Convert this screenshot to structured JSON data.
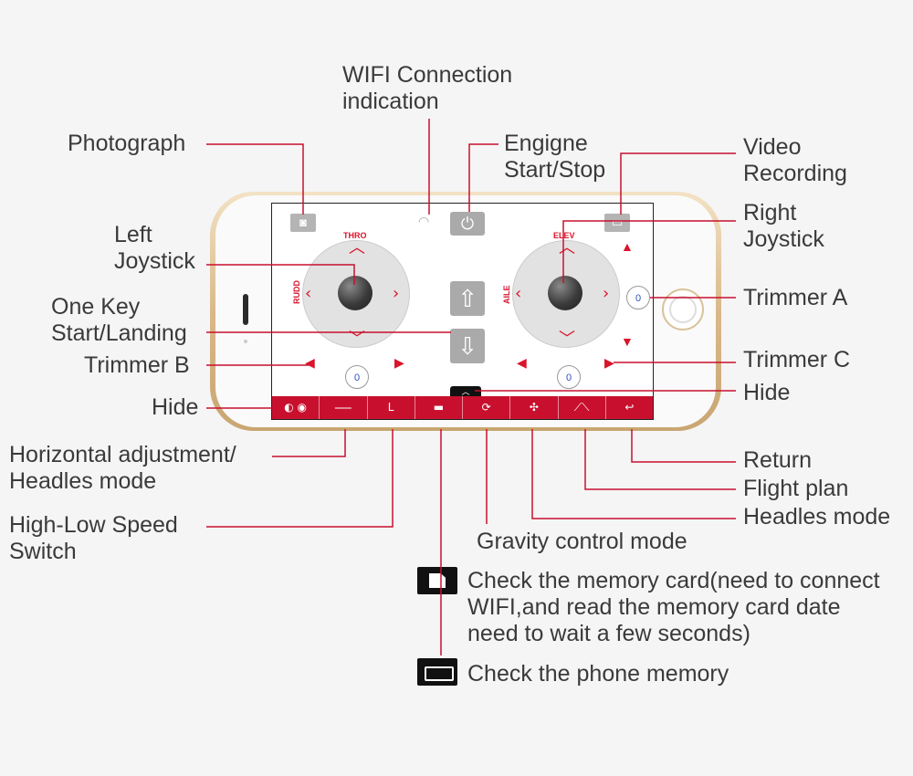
{
  "colors": {
    "accent": "#d9142b",
    "line": "#c8102e",
    "bar": "#c8102e"
  },
  "labels": {
    "wifi": [
      "WIFI Connection",
      "indication"
    ],
    "photograph": "Photograph",
    "engine": [
      "Engigne",
      "Start/Stop"
    ],
    "video": [
      "Video",
      "Recording"
    ],
    "left_joystick": [
      "Left",
      "Joystick"
    ],
    "right_joystick": [
      "Right",
      "Joystick"
    ],
    "one_key": [
      "One Key",
      "Start/Landing"
    ],
    "trimmer_a": "Trimmer A",
    "trimmer_b": "Trimmer  B",
    "trimmer_c": "Trimmer C",
    "hide_left": "Hide",
    "hide_right": "Hide",
    "horizontal": [
      "Horizontal adjustment/",
      "Headles mode"
    ],
    "high_low": [
      "High-Low Speed",
      "Switch"
    ],
    "gravity": "Gravity control mode",
    "return": "Return",
    "flight_plan": "Flight plan",
    "headles": "Headles mode",
    "memory_card": [
      "Check the memory card(need to connect",
      "WIFI,and read the memory card date",
      "need to wait a few seconds)"
    ],
    "phone_memory": "Check the phone memory"
  },
  "screen": {
    "thro": "THRO",
    "rudd": "RUDD",
    "elev": "ELEV",
    "aile": "AILE",
    "trim_value": "0",
    "bar_icons": [
      "◐ ◉",
      "⎯⎯⎯",
      "L",
      "▬",
      "⟳",
      "✣",
      "⟋⟍",
      "↩"
    ]
  },
  "icons": [
    "camera-icon",
    "wifi-icon",
    "power-icon",
    "video-icon",
    "up-arrow-icon",
    "down-arrow-icon",
    "memory-card-icon",
    "phone-memory-icon"
  ]
}
